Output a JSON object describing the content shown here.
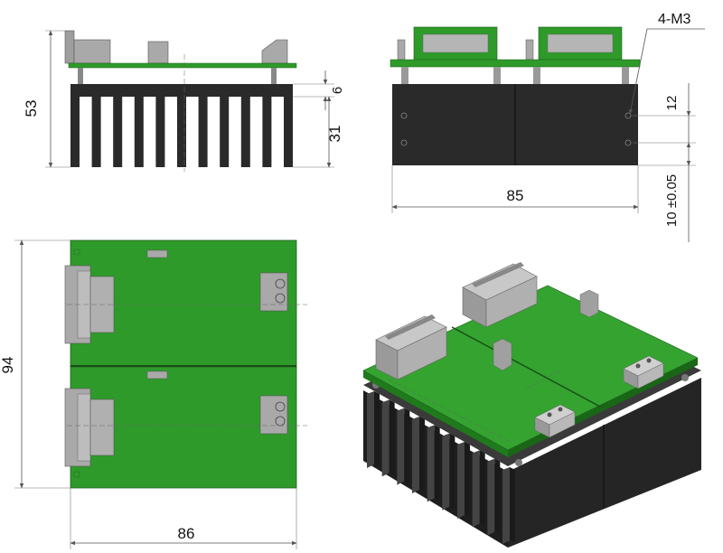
{
  "colors": {
    "heatsink": "#2a2a2a",
    "heatsink_dark": "#1a1a1a",
    "heatsink_light": "#444444",
    "pcb": "#2e9a2a",
    "pcb_dark": "#1f7a1c",
    "pcb_light": "#5ec25a",
    "connector": "#a9a9a9",
    "connector_dark": "#7d7d7d",
    "dimension": "#555555"
  },
  "dimensions": {
    "height_total": "53",
    "fin_height": "31",
    "base_thickness": "6",
    "length": "85",
    "hole_spacing": "12",
    "hole_offset": "10 ±0.05",
    "hole_callout": "4-M3",
    "width": "94",
    "depth": "86"
  }
}
